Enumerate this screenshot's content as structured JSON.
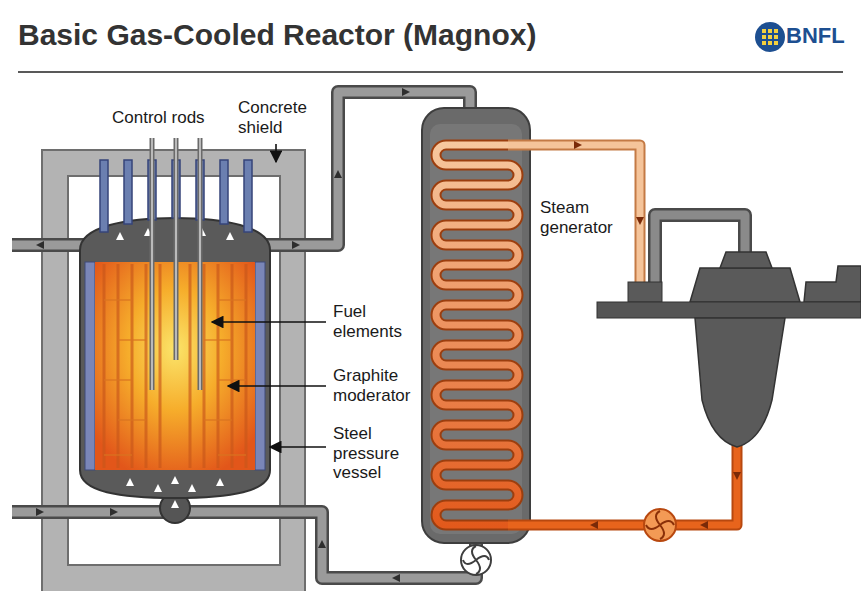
{
  "diagram": {
    "title": "Basic Gas-Cooled Reactor (Magnox)",
    "labels": [
      "BNFL",
      "Control rods",
      "Concrete shield",
      "Fuel elements",
      "Graphite moderator",
      "Steel pressure vessel",
      "Steam generator"
    ]
  }
}
